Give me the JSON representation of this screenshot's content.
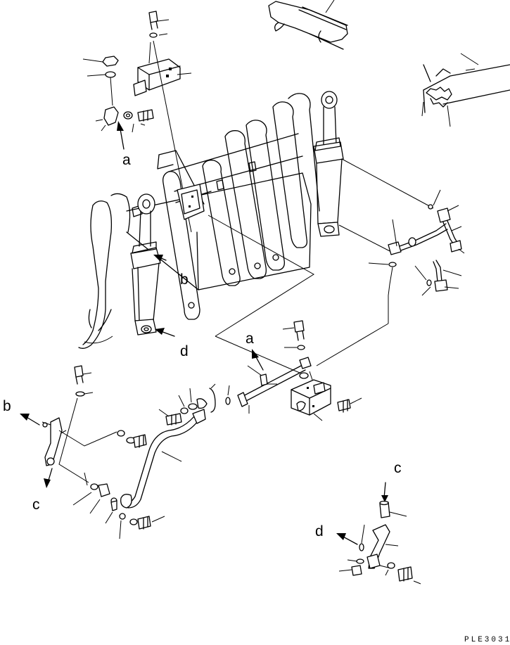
{
  "diagram": {
    "callouts": {
      "a_upper": "a",
      "a_lower": "a",
      "b_right": "b",
      "b_left": "b",
      "c_left": "c",
      "c_right": "c",
      "d_upper": "d",
      "d_lower": "d"
    },
    "drawing_code": "PLE3031"
  }
}
